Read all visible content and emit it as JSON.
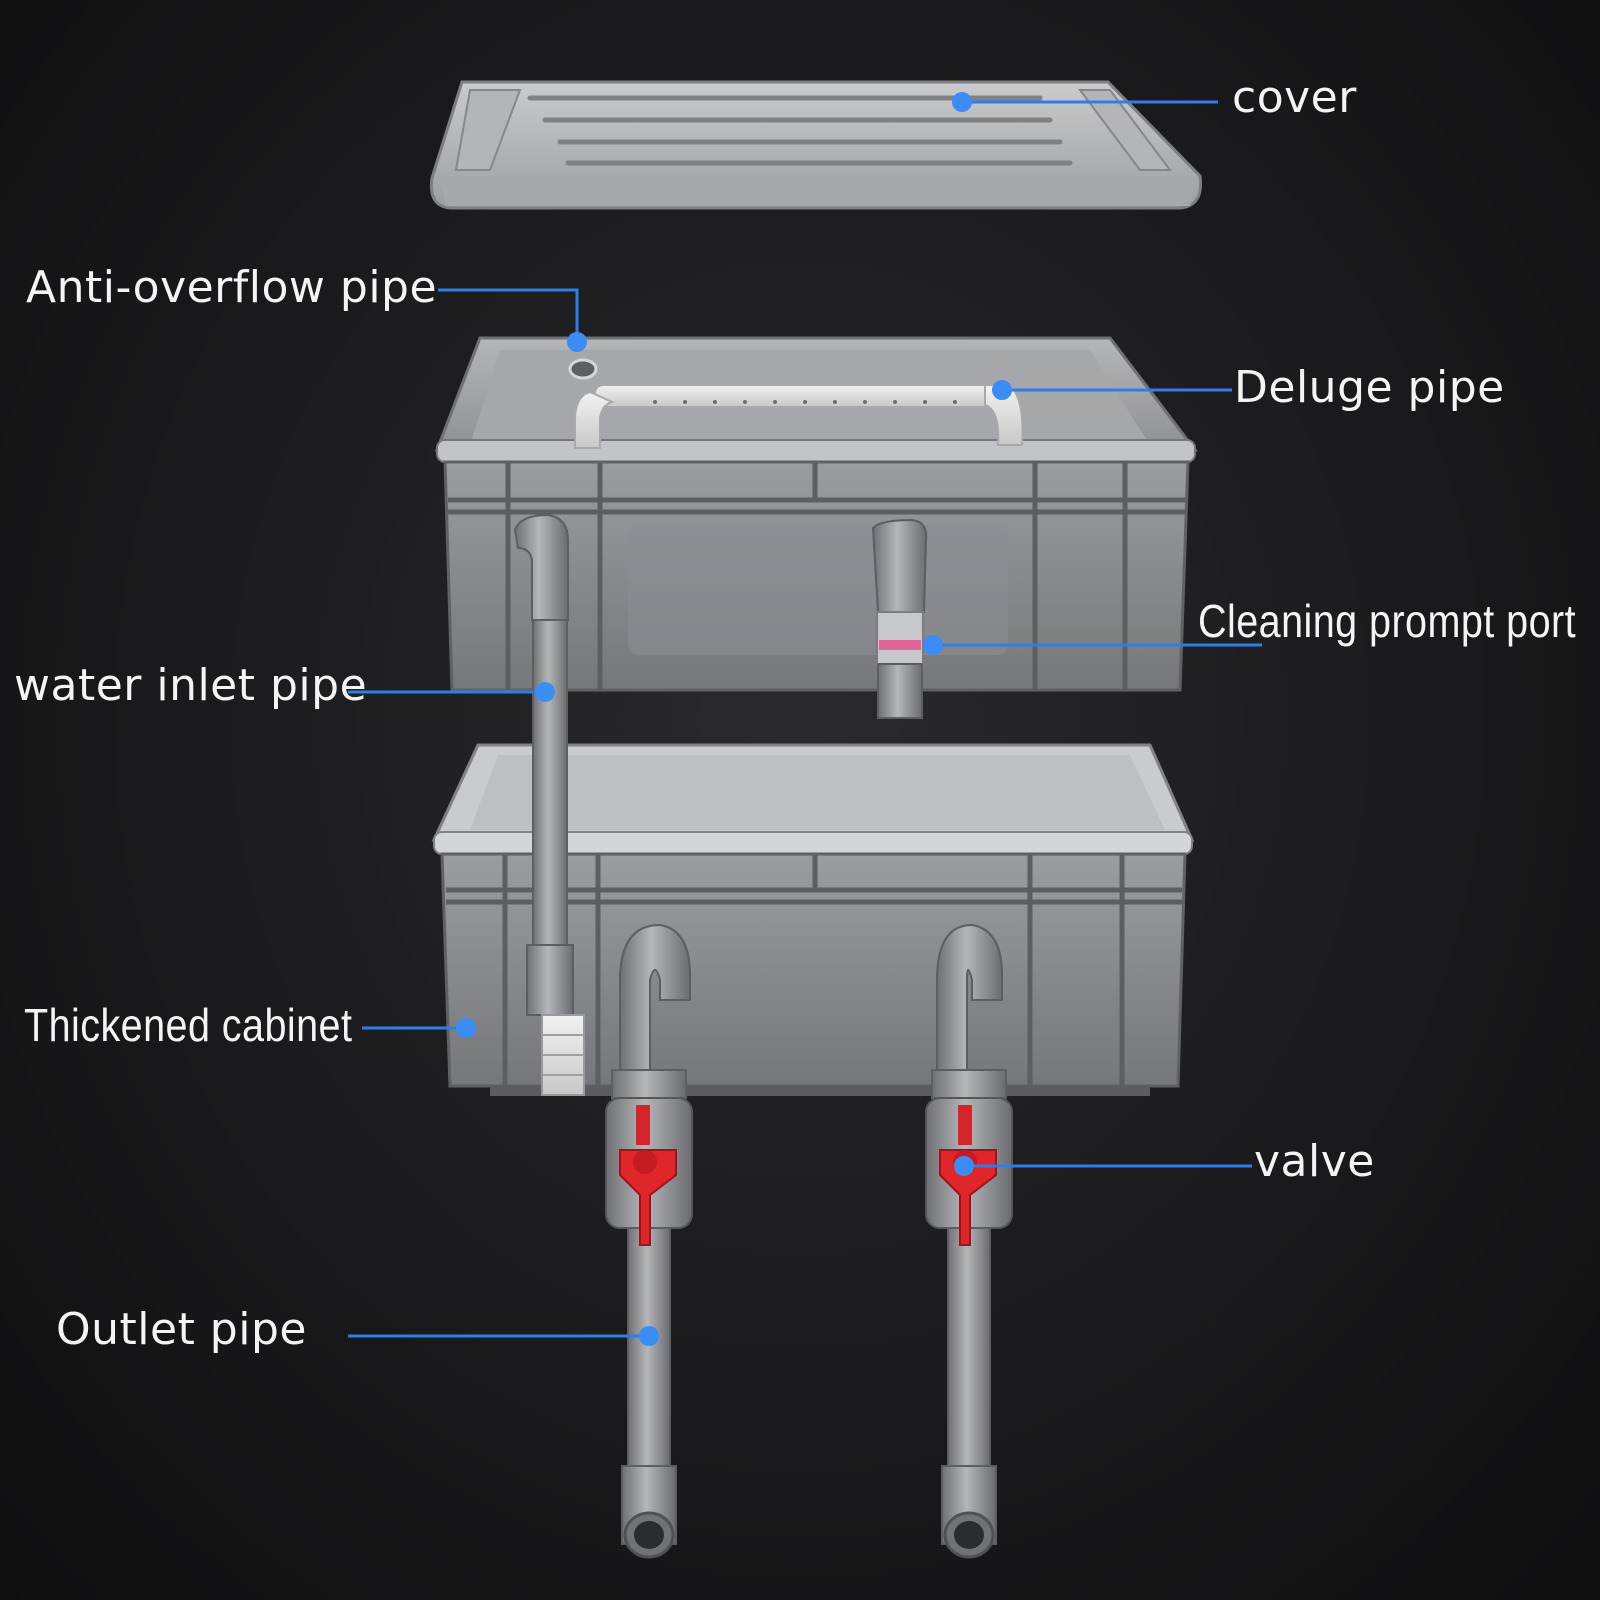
{
  "labels": {
    "cover": "cover",
    "anti_overflow_pipe": "Anti-overflow pipe",
    "deluge_pipe": "Deluge pipe",
    "cleaning_prompt_port": "Cleaning prompt port",
    "water_inlet_pipe": "water inlet pipe",
    "thickened_cabinet": "Thickened cabinet",
    "valve": "valve",
    "outlet_pipe": "Outlet pipe"
  },
  "colors": {
    "leader_line": "#2f7ee6",
    "leader_dot": "#3b8cf5",
    "plastic_gray": "#8d8f93",
    "plastic_light": "#bfc1c4",
    "valve_red": "#e0262b",
    "label_text": "#f4f4f4"
  }
}
